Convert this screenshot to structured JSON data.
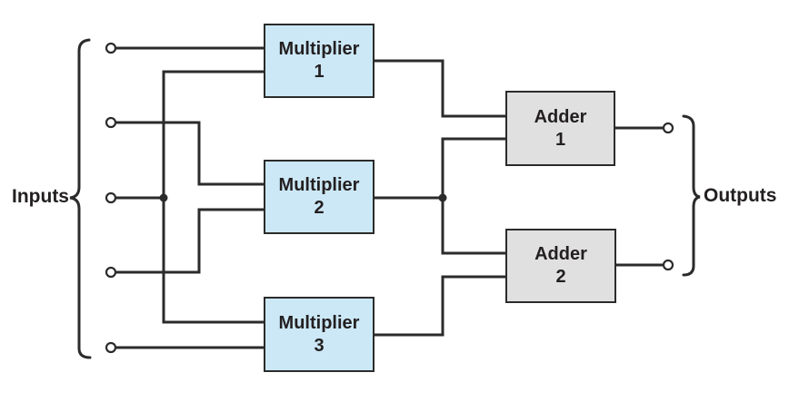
{
  "diagram": {
    "inputs_label": "Inputs",
    "outputs_label": "Outputs",
    "blocks": {
      "multiplier1": {
        "name": "Multiplier",
        "number": "1"
      },
      "multiplier2": {
        "name": "Multiplier",
        "number": "2"
      },
      "multiplier3": {
        "name": "Multiplier",
        "number": "3"
      },
      "adder1": {
        "name": "Adder",
        "number": "1"
      },
      "adder2": {
        "name": "Adder",
        "number": "2"
      }
    },
    "terminals": {
      "input_count": 5,
      "output_count": 2
    },
    "colors": {
      "multiplier_fill": "#cce8f6",
      "adder_fill": "#e0e0e0",
      "line": "#2b2b2b",
      "text": "#231f20",
      "background": "#ffffff"
    },
    "connections": [
      {
        "from": "input-1",
        "to": "multiplier-1 input A"
      },
      {
        "from": "input-2",
        "to": "multiplier-2 input A"
      },
      {
        "from": "input-3",
        "to": "multiplier-1 input B"
      },
      {
        "from": "input-3",
        "to": "multiplier-3 input A"
      },
      {
        "from": "input-4",
        "to": "multiplier-2 input B"
      },
      {
        "from": "input-5",
        "to": "multiplier-3 input B"
      },
      {
        "from": "multiplier-1 output",
        "to": "adder-1 input A"
      },
      {
        "from": "multiplier-2 output",
        "to": "adder-1 input B"
      },
      {
        "from": "multiplier-2 output",
        "to": "adder-2 input A"
      },
      {
        "from": "multiplier-3 output",
        "to": "adder-2 input B"
      },
      {
        "from": "adder-1 output",
        "to": "output-1"
      },
      {
        "from": "adder-2 output",
        "to": "output-2"
      }
    ]
  }
}
